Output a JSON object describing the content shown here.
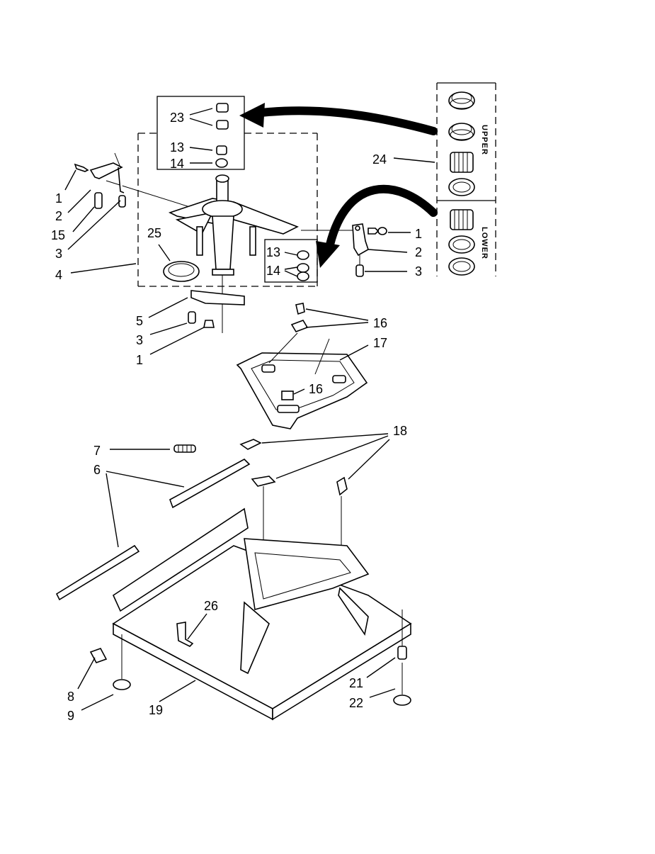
{
  "diagram": {
    "callouts": [
      {
        "id": "c23",
        "text": "23"
      },
      {
        "id": "c13a",
        "text": "13"
      },
      {
        "id": "c14a",
        "text": "14"
      },
      {
        "id": "c1a",
        "text": "1"
      },
      {
        "id": "c2a",
        "text": "2"
      },
      {
        "id": "c15",
        "text": "15"
      },
      {
        "id": "c3a",
        "text": "3"
      },
      {
        "id": "c4",
        "text": "4"
      },
      {
        "id": "c25",
        "text": "25"
      },
      {
        "id": "c24",
        "text": "24"
      },
      {
        "id": "c13b",
        "text": "13"
      },
      {
        "id": "c14b",
        "text": "14"
      },
      {
        "id": "c1b",
        "text": "1"
      },
      {
        "id": "c2b",
        "text": "2"
      },
      {
        "id": "c3b",
        "text": "3"
      },
      {
        "id": "c5",
        "text": "5"
      },
      {
        "id": "c3c",
        "text": "3"
      },
      {
        "id": "c1c",
        "text": "1"
      },
      {
        "id": "c16a",
        "text": "16"
      },
      {
        "id": "c17",
        "text": "17"
      },
      {
        "id": "c16b",
        "text": "16"
      },
      {
        "id": "c18",
        "text": "18"
      },
      {
        "id": "c7",
        "text": "7"
      },
      {
        "id": "c6",
        "text": "6"
      },
      {
        "id": "c26",
        "text": "26"
      },
      {
        "id": "c8",
        "text": "8"
      },
      {
        "id": "c9",
        "text": "9"
      },
      {
        "id": "c19",
        "text": "19"
      },
      {
        "id": "c21",
        "text": "21"
      },
      {
        "id": "c22",
        "text": "22"
      }
    ],
    "panel_labels": {
      "upper": "UPPER",
      "lower": "LOWER"
    }
  }
}
